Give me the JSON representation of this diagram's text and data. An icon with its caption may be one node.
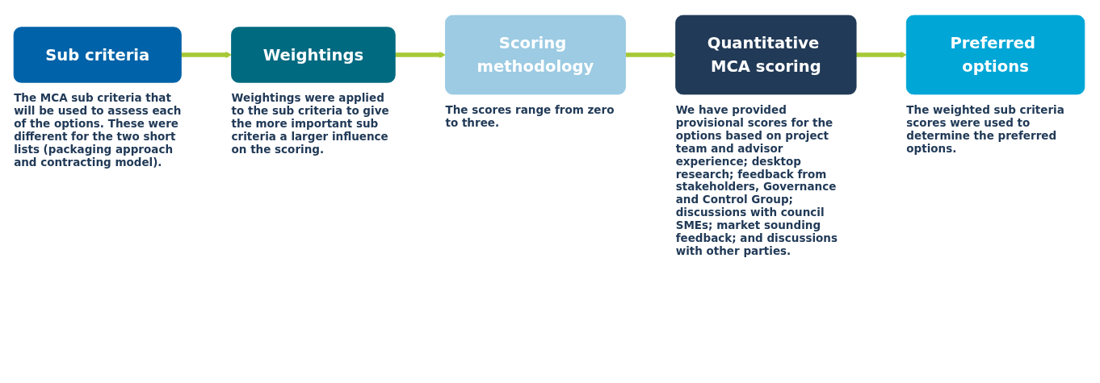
{
  "diagram": {
    "nodes": [
      {
        "text": [
          "Sub criteria"
        ],
        "beside": [
          "The MCA sub criteria that will be used to assess each of the options. These were different for the two short lists (packaging approach and contracting model)."
        ]
      },
      {
        "text": [
          "Weightings"
        ],
        "beside": [
          "Weightings were applied to the sub criteria to give the more important sub criteria a larger influence on the scoring."
        ]
      },
      {
        "text": [
          "Scoring methodology"
        ],
        "beside": [
          "The scores range from zero to three."
        ]
      },
      {
        "text": [
          "Quantitative MCA scoring"
        ],
        "beside": [
          "We have provided provisional scores for the options based on project team and advisor experience; desktop research; feedback from stakeholders, Governance and Control Group; discussions with council SMEs; market sounding feedback; and discussions with other parties."
        ]
      },
      {
        "text": [
          "Preferred options"
        ],
        "beside": [
          "The weighted sub criteria scores were used to determine the preferred options."
        ]
      }
    ],
    "edges": [
      {
        "from": 0,
        "to": 1,
        "arrow": "to"
      },
      {
        "from": 1,
        "to": 2,
        "arrow": "to"
      },
      {
        "from": 2,
        "to": 3,
        "arrow": "to"
      },
      {
        "from": 3,
        "to": 4,
        "arrow": "to"
      }
    ]
  }
}
